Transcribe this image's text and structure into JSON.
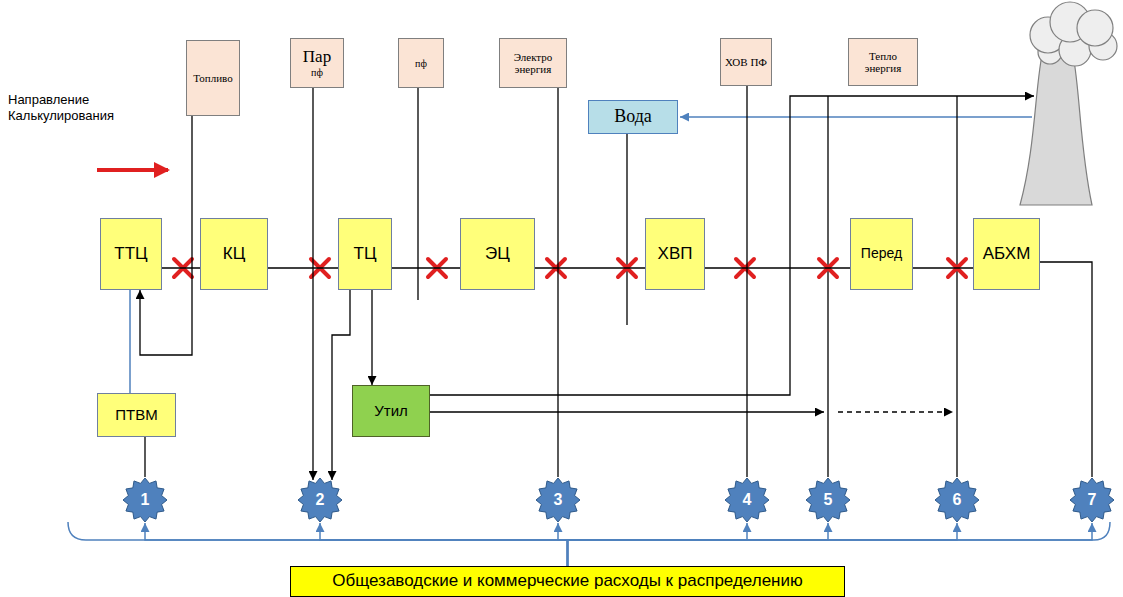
{
  "diagram": {
    "nodes": [
      {
        "text": [
          "Топливо"
        ]
      },
      {
        "text": [
          "Пар",
          "пф"
        ]
      },
      {
        "text": [
          "пф"
        ]
      },
      {
        "text": [
          "Электро энергия"
        ]
      },
      {
        "text": [
          "ХОВ ПФ"
        ]
      },
      {
        "text": [
          "Тепло энергия"
        ]
      },
      {
        "text": [
          "Вода"
        ]
      },
      {
        "text": [
          "ТТЦ"
        ]
      },
      {
        "text": [
          "КЦ"
        ]
      },
      {
        "text": [
          "ТЦ"
        ]
      },
      {
        "text": [
          "ЭЦ"
        ]
      },
      {
        "text": [
          "ХВП"
        ]
      },
      {
        "text": [
          "Перед"
        ]
      },
      {
        "text": [
          "АБХМ"
        ]
      },
      {
        "text": [
          "ПТВМ"
        ]
      },
      {
        "text": [
          "Утил"
        ]
      },
      {
        "text": [
          "1"
        ]
      },
      {
        "text": [
          "2"
        ]
      },
      {
        "text": [
          "3"
        ]
      },
      {
        "text": [
          "4"
        ]
      },
      {
        "text": [
          "5"
        ]
      },
      {
        "text": [
          "6"
        ]
      },
      {
        "text": [
          "7"
        ]
      },
      {
        "text": [
          "Общезаводские и коммерческие расходы к распределению"
        ]
      }
    ],
    "edges": [
      {
        "from": 0,
        "to": 7,
        "arrow": "to"
      },
      {
        "from": 7,
        "to": 8,
        "arrow": "none"
      },
      {
        "from": 8,
        "to": 9,
        "arrow": "none"
      },
      {
        "from": 9,
        "to": 10,
        "arrow": "none"
      },
      {
        "from": 10,
        "to": 11,
        "arrow": "none"
      },
      {
        "from": 11,
        "to": 12,
        "arrow": "none"
      },
      {
        "from": 12,
        "to": 13,
        "arrow": "none"
      },
      {
        "from": 7,
        "to": 14,
        "arrow": "none"
      },
      {
        "from": 14,
        "to": 16,
        "arrow": "none"
      },
      {
        "from": 9,
        "to": 15,
        "arrow": "to"
      },
      {
        "from": 9,
        "to": 17,
        "arrow": "to"
      },
      {
        "from": 1,
        "to": 17,
        "arrow": "to"
      },
      {
        "from": 3,
        "to": 18,
        "arrow": "none"
      },
      {
        "from": 4,
        "to": 19,
        "arrow": "none"
      },
      {
        "from": 13,
        "to": 22,
        "arrow": "none"
      },
      {
        "from": 23,
        "to": 16,
        "arrow": "to"
      },
      {
        "from": 23,
        "to": 17,
        "arrow": "to"
      },
      {
        "from": 23,
        "to": 18,
        "arrow": "to"
      },
      {
        "from": 23,
        "to": 19,
        "arrow": "to"
      },
      {
        "from": 23,
        "to": 20,
        "arrow": "to"
      },
      {
        "from": 23,
        "to": 21,
        "arrow": "to"
      },
      {
        "from": 23,
        "to": 22,
        "arrow": "to"
      }
    ],
    "labels": [
      "Направление Калькулирования"
    ]
  }
}
